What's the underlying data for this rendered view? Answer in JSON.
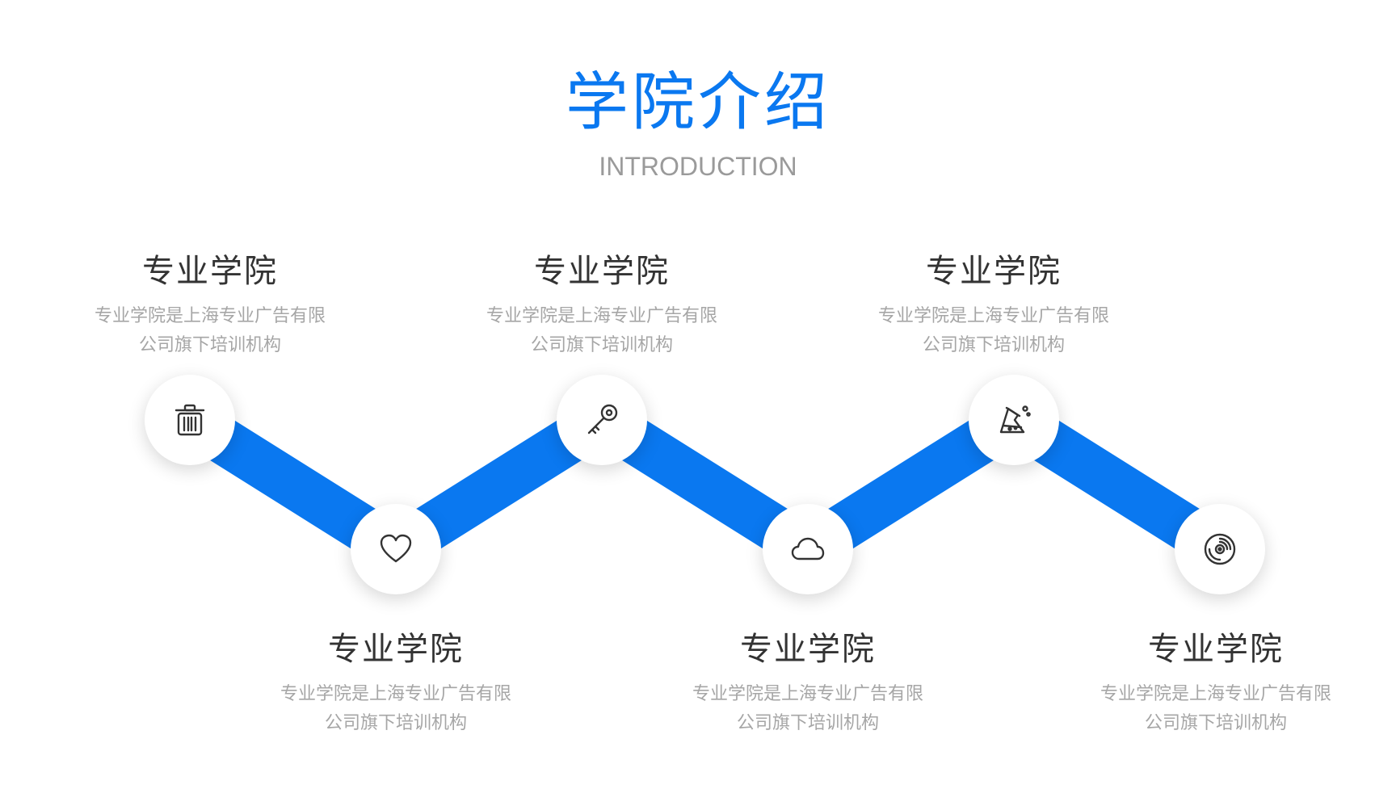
{
  "header": {
    "title": "学院介绍",
    "subtitle": "INTRODUCTION"
  },
  "colors": {
    "accent": "#0a78f0",
    "title_text": "#333333",
    "desc_text": "#a6a6a6",
    "subtitle_text": "#9a9a9a"
  },
  "steps": [
    {
      "icon": "trash-icon",
      "title": "专业学院",
      "desc_line1": "专业学院是上海专业广告有限",
      "desc_line2": "公司旗下培训机构"
    },
    {
      "icon": "heart-icon",
      "title": "专业学院",
      "desc_line1": "专业学院是上海专业广告有限",
      "desc_line2": "公司旗下培训机构"
    },
    {
      "icon": "key-icon",
      "title": "专业学院",
      "desc_line1": "专业学院是上海专业广告有限",
      "desc_line2": "公司旗下培训机构"
    },
    {
      "icon": "cloud-icon",
      "title": "专业学院",
      "desc_line1": "专业学院是上海专业广告有限",
      "desc_line2": "公司旗下培训机构"
    },
    {
      "icon": "flask-icon",
      "title": "专业学院",
      "desc_line1": "专业学院是上海专业广告有限",
      "desc_line2": "公司旗下培训机构"
    },
    {
      "icon": "disc-icon",
      "title": "专业学院",
      "desc_line1": "专业学院是上海专业广告有限",
      "desc_line2": "公司旗下培训机构"
    }
  ]
}
